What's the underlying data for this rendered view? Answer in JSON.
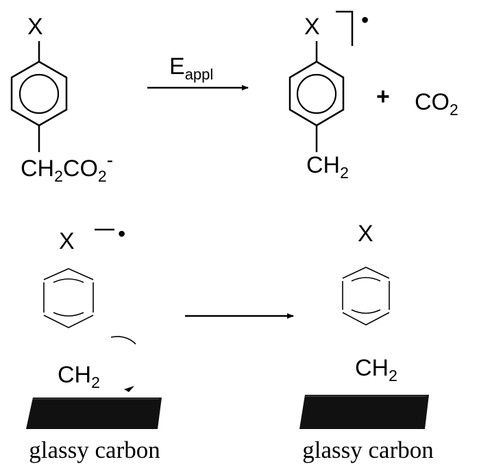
{
  "top_reaction": {
    "reactant": {
      "substituent": "X",
      "side_chain": {
        "base": "CH",
        "sub1": "2",
        "mid": "CO",
        "sub2": "2",
        "charge": "-"
      }
    },
    "arrow_label": {
      "base": "E",
      "sub": "appl"
    },
    "product": {
      "substituent": "X",
      "radical_dot": "•",
      "side_chain": {
        "base": "CH",
        "sub": "2"
      }
    },
    "plus": "+",
    "byproduct": {
      "base": "CO",
      "sub": "2"
    }
  },
  "bottom_reaction": {
    "left": {
      "substituent": "X",
      "radical_dot": "•",
      "side_chain": {
        "base": "CH",
        "sub": "2"
      },
      "surface_label": "glassy carbon"
    },
    "right": {
      "substituent": "X",
      "side_chain": {
        "base": "CH",
        "sub": "2"
      },
      "surface_label": "glassy carbon"
    }
  },
  "colors": {
    "ink": "#000000",
    "electrode": "#111111",
    "background": "#ffffff"
  }
}
